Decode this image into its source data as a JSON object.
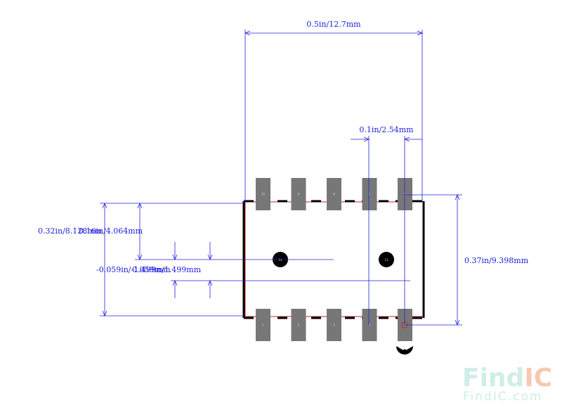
{
  "dimensions": {
    "overall_width": "0.5in/12.7mm",
    "pin_pitch": "0.1in/2.54mm",
    "overall_height": "0.37in/9.398mm",
    "left_outer": "0.32in/8.128mm",
    "left_inner": "0.16in/4.064mm",
    "center_offset_neg": "-0.059in/-1.499mm",
    "center_offset_pos": "0.059in/1.499mm"
  },
  "pins": {
    "top": [
      "10",
      "9",
      "8",
      "7",
      "6"
    ],
    "bottom": [
      "1",
      "2",
      "3",
      "4",
      "5"
    ]
  },
  "mounting_holes": {
    "left": "14",
    "right": "13"
  },
  "watermark": {
    "logo_find": "Find",
    "logo_ic": "IC",
    "url": "FindIC.com"
  },
  "colors": {
    "dimension": "#2222dd",
    "pad": "#777777",
    "outline": "#000000",
    "courtyard": "#cc2222",
    "watermark_find": "#cfeee6",
    "watermark_ic": "#f6c9b0"
  }
}
